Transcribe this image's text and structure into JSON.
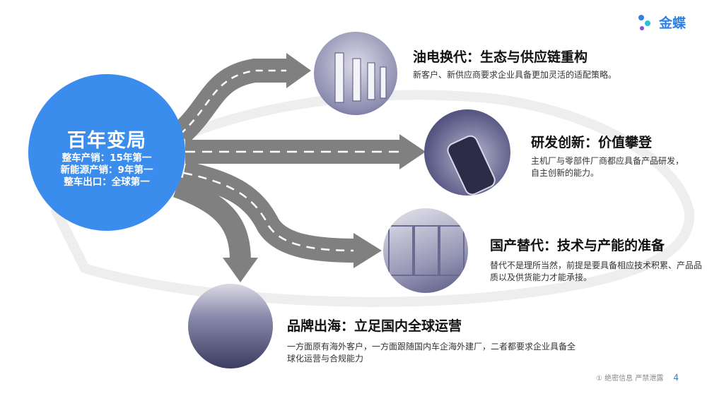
{
  "logo": {
    "text": "金蝶"
  },
  "hub": {
    "title": "百年变局",
    "stats": [
      "整车产销：15年第一",
      "新能源产销：9年第一",
      "整车出口：全球第一"
    ]
  },
  "items": [
    {
      "title": "油电换代：生态与供应链重构",
      "desc": "新客户、新供应商要求企业具备更加灵活的适配策略。",
      "image": "charging-station-photo"
    },
    {
      "title": "研发创新：价值攀登",
      "desc": "主机厂与零部件厂商都应具备产品研发，自主创新的能力。",
      "image": "autonomous-car-sensor-photo"
    },
    {
      "title": "国产替代：技术与产能的准备",
      "desc": "替代不是理所当然，前提是要具备相应技术积累、产品品质以及供货能力才能承接。",
      "image": "power-module-photo"
    },
    {
      "title": "品牌出海：立足国内全球运营",
      "desc": "一方面原有海外客户，一方面跟随国内车企海外建厂，二者都要求企业具备全球化运营与合规能力",
      "image": "export-port-cars-photo"
    }
  ],
  "footer": {
    "confidential": "① 绝密信息 严禁泄露",
    "page": "4"
  },
  "colors": {
    "hub": "#3b8ded",
    "road": "#808080",
    "photo_tint": "#4a4a7a",
    "brand": "#2f7fe8"
  }
}
